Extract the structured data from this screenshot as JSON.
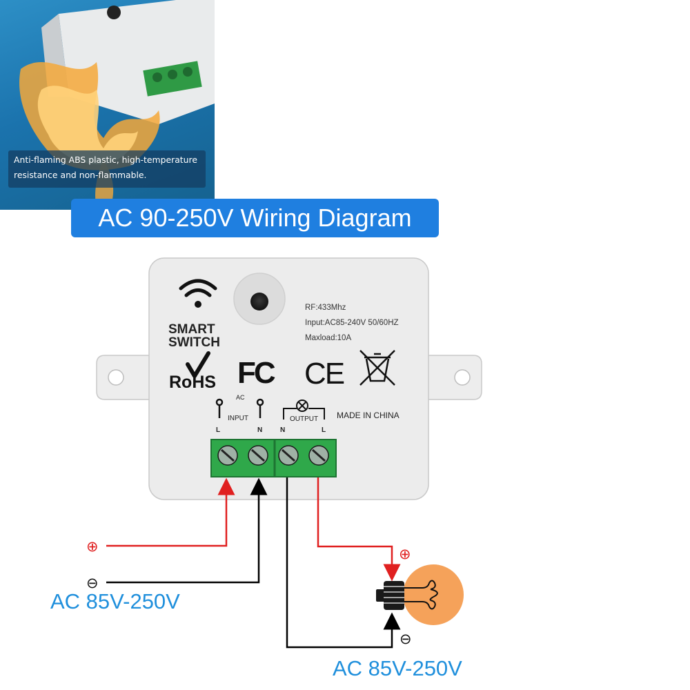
{
  "title": "AC 90-250V Wiring Diagram",
  "inset": {
    "caption_line1": "Anti-flaming ABS plastic, high-temperature",
    "caption_line2": "resistance and non-flammable."
  },
  "device": {
    "brand_line1": "SMART",
    "brand_line2": "SWITCH",
    "rf": "RF:433Mhz",
    "input_spec": "Input:AC85-240V 50/60HZ",
    "maxload": "Maxload:10A",
    "rohs": "RoHS",
    "fc": "FC",
    "ce": "CE",
    "ac_mark": "AC",
    "input_label": "INPUT",
    "output_label": "OUTPUT",
    "made_in": "MADE IN CHINA",
    "terminal_L": "L",
    "terminal_N": "N"
  },
  "wiring": {
    "plus_symbol": "⊕",
    "minus_symbol": "⊖",
    "input_voltage": "AC 85V-250V",
    "output_voltage": "AC 85V-250V"
  },
  "colors": {
    "accent_blue": "#1f7fe0",
    "live_wire": "#e02020",
    "neutral_wire": "#000000",
    "terminal_green": "#2fa84a",
    "bulb_orange": "#f5a25a"
  }
}
